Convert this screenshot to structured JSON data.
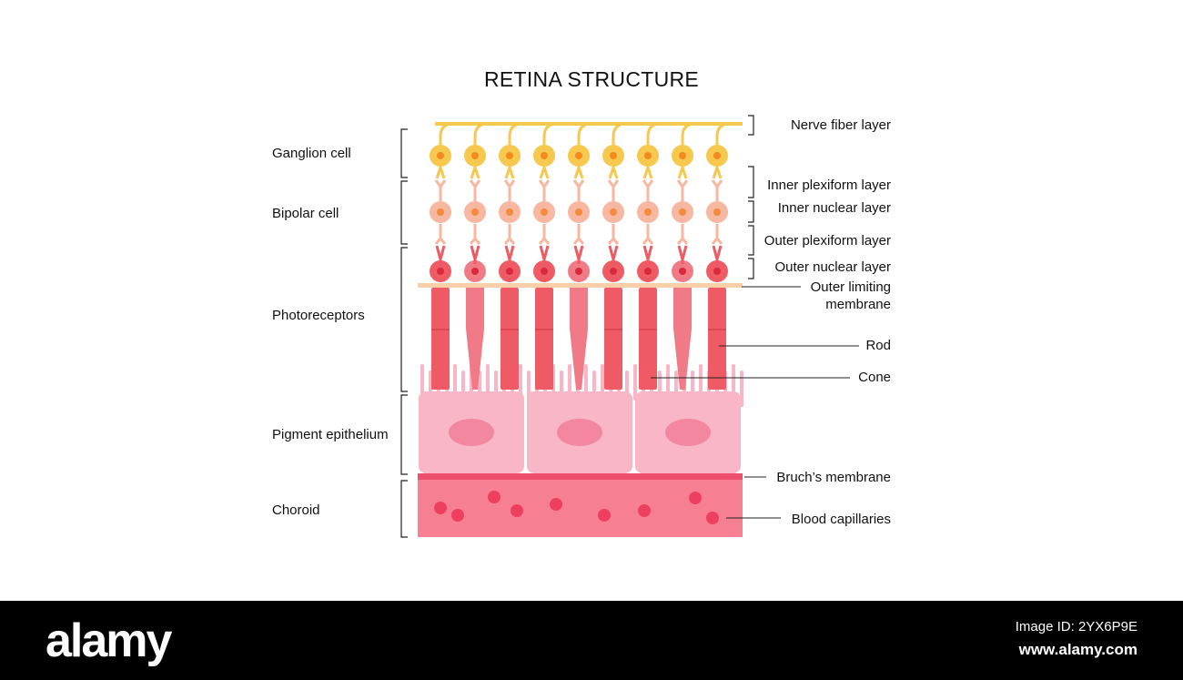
{
  "title": "RETINA STRUCTURE",
  "left_labels": {
    "ganglion": "Ganglion cell",
    "bipolar": "Bipolar cell",
    "photoreceptors": "Photoreceptors",
    "pigment": "Pigment epithelium",
    "choroid": "Choroid"
  },
  "right_labels": {
    "nerve_fiber": "Nerve fiber layer",
    "inner_plexiform": "Inner plexiform layer",
    "inner_nuclear": "Inner nuclear layer",
    "outer_plexiform": "Outer plexiform layer",
    "outer_nuclear": "Outer nuclear layer",
    "outer_limiting_1": "Outer limiting",
    "outer_limiting_2": "membrane",
    "rod": "Rod",
    "cone": "Cone",
    "bruch": "Bruch’s membrane",
    "capillaries": "Blood capillaries"
  },
  "footer": {
    "logo": "alamy",
    "image_code": "Image ID: 2YX6P9E",
    "site": "www.alamy.com"
  },
  "colors": {
    "ganglion": "#f7c84e",
    "ganglion_nucleus": "#f38a1e",
    "bipolar": "#f7b7a0",
    "bipolar_nucleus": "#f38a3c",
    "photoreceptor": "#ee5b64",
    "cone": "#f07b86",
    "pigment": "#f9b6c6",
    "choroid": "#f77f92",
    "bruch": "#ef4f6c",
    "capillary": "#ef3f5e"
  }
}
